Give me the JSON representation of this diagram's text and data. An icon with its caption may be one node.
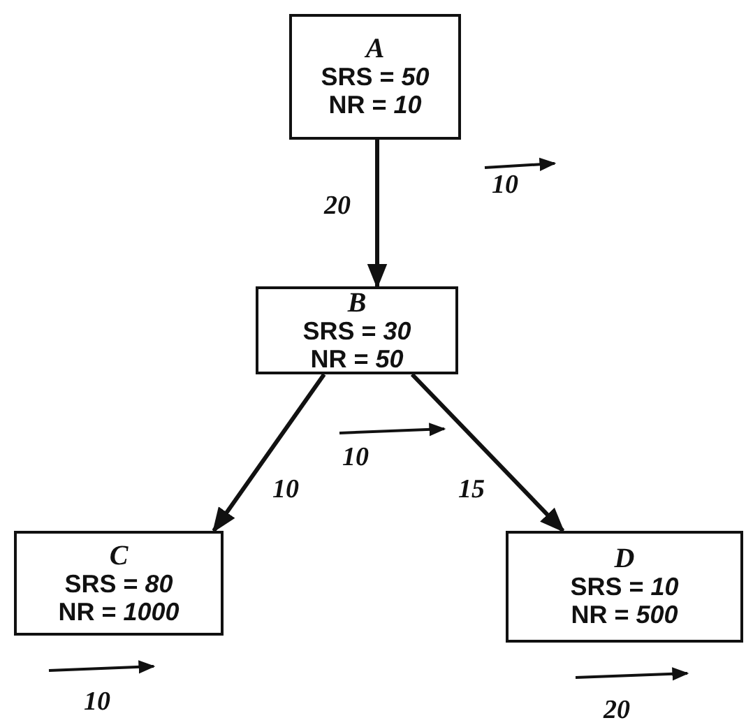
{
  "diagram": {
    "nodes": [
      {
        "text": [
          "A",
          "SRS = *50*",
          "NR = *10*"
        ],
        "beside": [
          "10"
        ]
      },
      {
        "text": [
          "B",
          "SRS = *30*",
          "NR = *50*"
        ],
        "beside": [
          "10"
        ]
      },
      {
        "text": [
          "C",
          "SRS = *80*",
          "NR = *1000*"
        ],
        "beside": [
          "10"
        ]
      },
      {
        "text": [
          "D",
          "SRS = *10*",
          "NR = *500*"
        ],
        "beside": [
          "20"
        ]
      }
    ],
    "edges": [
      {
        "from": 0,
        "to": 1,
        "arrow": "to",
        "label": "20"
      },
      {
        "from": 1,
        "to": 2,
        "arrow": "to",
        "label": "10"
      },
      {
        "from": 1,
        "to": 3,
        "arrow": "to",
        "label": "15"
      }
    ]
  }
}
